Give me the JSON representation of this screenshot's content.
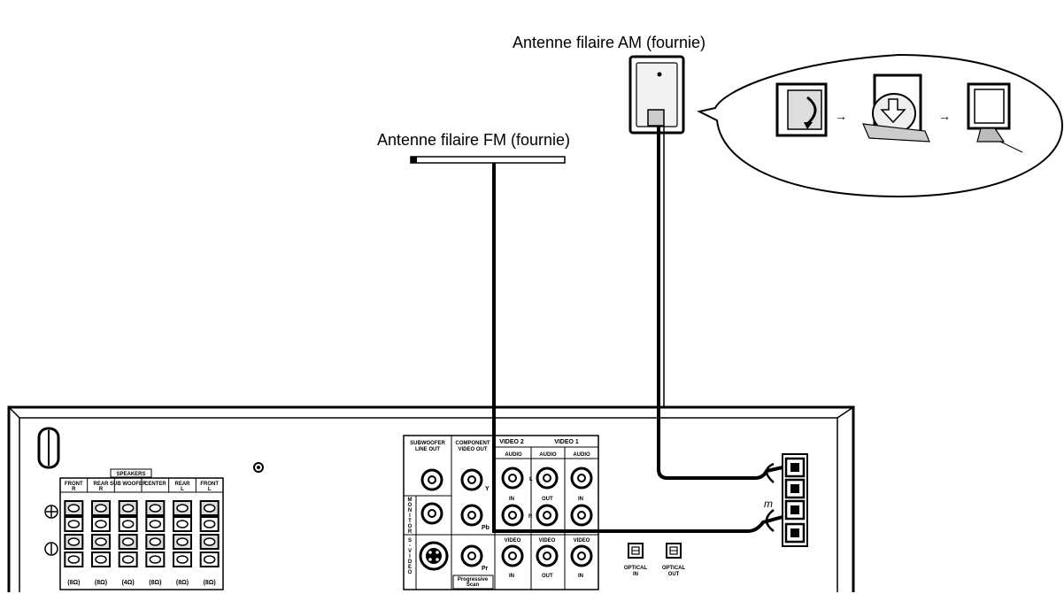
{
  "labels": {
    "am_antenna": "Antenne filaire AM (fournie)",
    "fm_antenna": "Antenne filaire FM (fournie)"
  },
  "panel": {
    "speakers": {
      "title": "SPEAKERS",
      "channels": [
        {
          "name": "FRONT",
          "side": "R",
          "impedance": "(8Ω)"
        },
        {
          "name": "REAR",
          "side": "R",
          "impedance": "(8Ω)"
        },
        {
          "name": "SUB WOOFER",
          "side": "",
          "impedance": "(4Ω)"
        },
        {
          "name": "CENTER",
          "side": "",
          "impedance": "(8Ω)"
        },
        {
          "name": "REAR",
          "side": "L",
          "impedance": "(8Ω)"
        },
        {
          "name": "FRONT",
          "side": "L",
          "impedance": "(8Ω)"
        }
      ]
    },
    "subwoofer_out": "SUBWOOFER LINE OUT",
    "component_out": "COMPONENT VIDEO OUT",
    "component_jacks": [
      "Y",
      "Pb",
      "Pr"
    ],
    "progressive": "Progressive Scan",
    "monitor_out": "MONITOR OUT",
    "svideo_out": "S-VIDEO OUT",
    "video2": "VIDEO 2",
    "video1": "VIDEO 1",
    "audio": "AUDIO",
    "video": "VIDEO",
    "in": "IN",
    "out": "OUT",
    "left": "L",
    "right": "R",
    "optical_in": "OPTICAL IN",
    "optical_out": "OPTICAL OUT",
    "ground_symbol": "m"
  }
}
